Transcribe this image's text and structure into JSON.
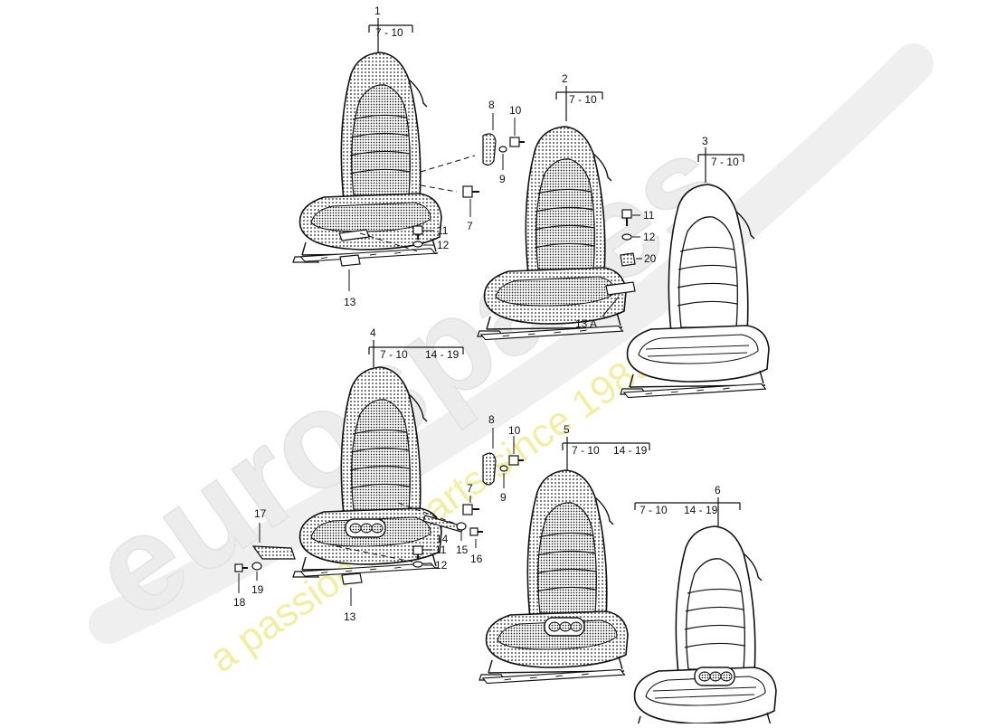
{
  "watermark": {
    "brand": "eurospares",
    "tagline": "a passion for parts since 1985",
    "brand_color": "#e9e9e9",
    "tagline_color": "#f4f0a8"
  },
  "seat_assemblies": [
    {
      "id": "1",
      "ranges": [
        "7 - 10"
      ]
    },
    {
      "id": "2",
      "ranges": [
        "7 - 10"
      ]
    },
    {
      "id": "3",
      "ranges": [
        "7 - 10"
      ]
    },
    {
      "id": "4",
      "ranges": [
        "7 - 10",
        "14 - 19"
      ]
    },
    {
      "id": "5",
      "ranges": [
        "7 - 10",
        "14 - 19"
      ]
    },
    {
      "id": "6",
      "ranges": [
        "7 - 10",
        "14 - 19"
      ]
    }
  ],
  "part_callouts": {
    "p7a": "7",
    "p8a": "8",
    "p9a": "9",
    "p10a": "10",
    "p11a": "11",
    "p12a": "12",
    "p13a": "13",
    "p11b": "11",
    "p12b": "12",
    "p20": "20",
    "p13A": "13 A",
    "p7b": "7",
    "p8b": "8",
    "p9b": "9",
    "p10b": "10",
    "p11c": "11",
    "p12c": "12",
    "p13b": "13",
    "p14": "14",
    "p15": "15",
    "p16": "16",
    "p17": "17",
    "p18": "18",
    "p19": "19"
  }
}
